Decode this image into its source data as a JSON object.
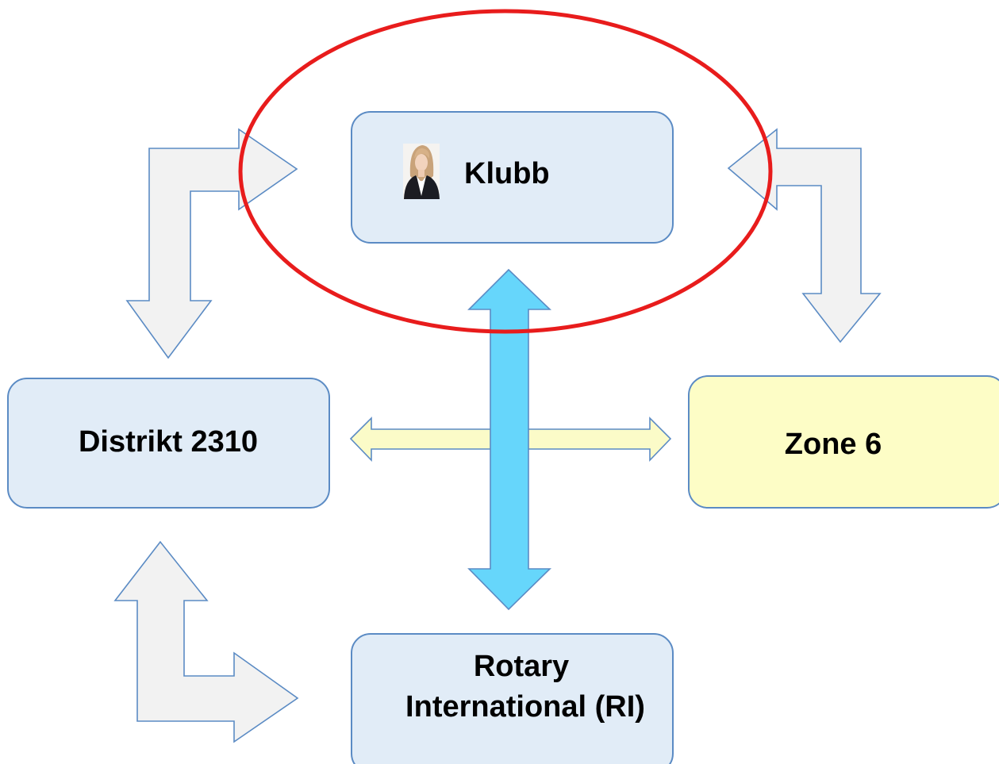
{
  "nodes": {
    "klubb": {
      "label": "Klubb"
    },
    "distrikt": {
      "label": "Distrikt 2310"
    },
    "zone": {
      "label": "Zone 6"
    },
    "rotary": {
      "line1": "Rotary",
      "line2": "International (RI)"
    }
  },
  "colors": {
    "box_fill": "#e1ecf7",
    "box_stroke": "#5b8bc4",
    "zone_fill": "#fdfdc6",
    "arrow_gray": "#f2f2f2",
    "arrow_blue": "#66d6fb",
    "arrow_yellow": "#fbfbc8",
    "highlight_ellipse": "#e81c1c"
  },
  "icons": {
    "klubb_photo": "person-portrait-icon"
  }
}
